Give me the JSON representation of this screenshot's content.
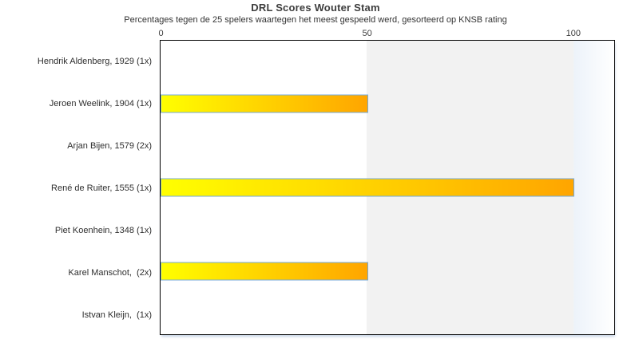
{
  "title": "DRL Scores Wouter Stam",
  "subtitle": "Percentages tegen de 25 spelers waartegen het meest gespeeld werd, gesorteerd op KNSB rating",
  "chart_data": {
    "type": "bar",
    "orientation": "horizontal",
    "title": "DRL Scores Wouter Stam",
    "subtitle": "Percentages tegen de 25 spelers waartegen het meest gespeeld werd, gesorteerd op KNSB rating",
    "categories": [
      "Hendrik Aldenberg, 1929 (1x)",
      "Jeroen Weelink, 1904 (1x)",
      "Arjan Bijen, 1579 (2x)",
      "René de Ruiter, 1555 (1x)",
      "Piet Koenhein, 1348 (1x)",
      "Karel Manschot,  (2x)",
      "Istvan Kleijn,  (1x)"
    ],
    "values": [
      0,
      50,
      0,
      100,
      0,
      50,
      0
    ],
    "xlabel": "",
    "ylabel": "",
    "xlim": [
      0,
      110
    ],
    "xticks": [
      0,
      50,
      100
    ],
    "tick_position": "top",
    "grid": false,
    "legend": false,
    "shaded_region": [
      50,
      100
    ],
    "colors": {
      "bar_gradient_start": "#ffff00",
      "bar_gradient_end": "#ffa500",
      "bar_border": "#74a9d8",
      "shaded_band": "#f2f2f2",
      "right_fade": "#edf3fa",
      "plot_border": "#000000",
      "text": "#333333"
    }
  }
}
